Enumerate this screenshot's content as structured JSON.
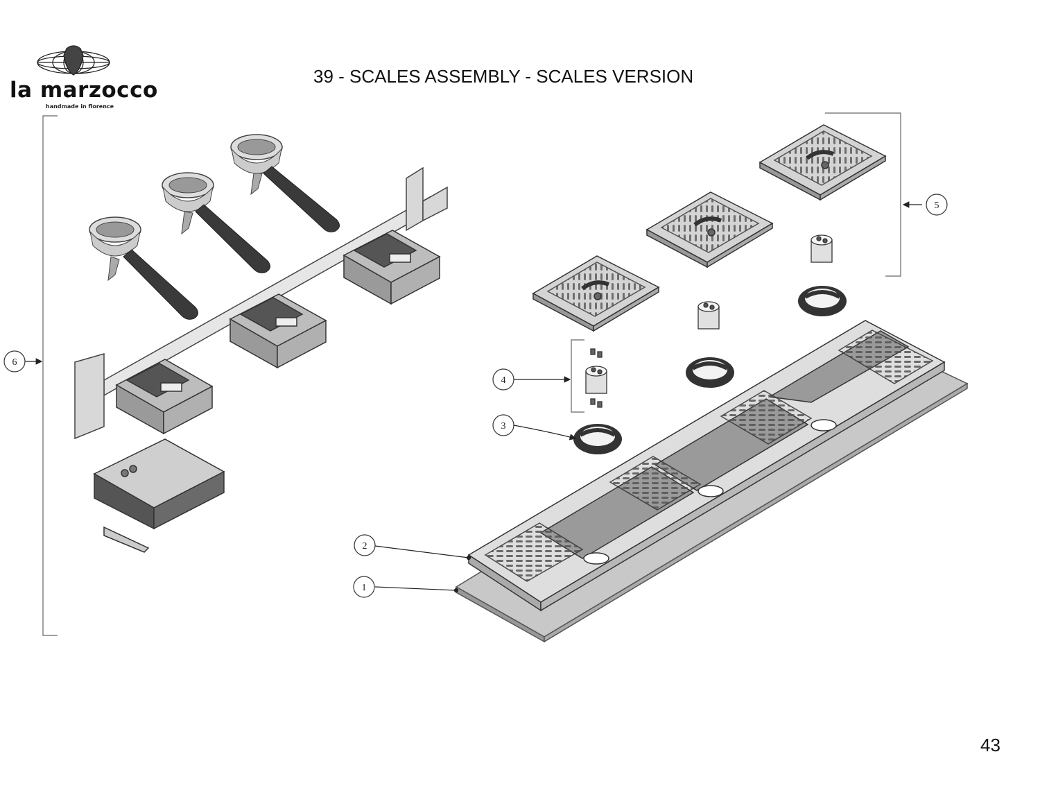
{
  "header": {
    "brand_name": "la marzocco",
    "brand_tagline": "handmade in florence",
    "title": "39 - SCALES ASSEMBLY - SCALES VERSION"
  },
  "diagram": {
    "callouts": [
      {
        "number": "1"
      },
      {
        "number": "2"
      },
      {
        "number": "3"
      },
      {
        "number": "4"
      },
      {
        "number": "5"
      },
      {
        "number": "6"
      }
    ]
  },
  "footer": {
    "page_number": "43"
  }
}
